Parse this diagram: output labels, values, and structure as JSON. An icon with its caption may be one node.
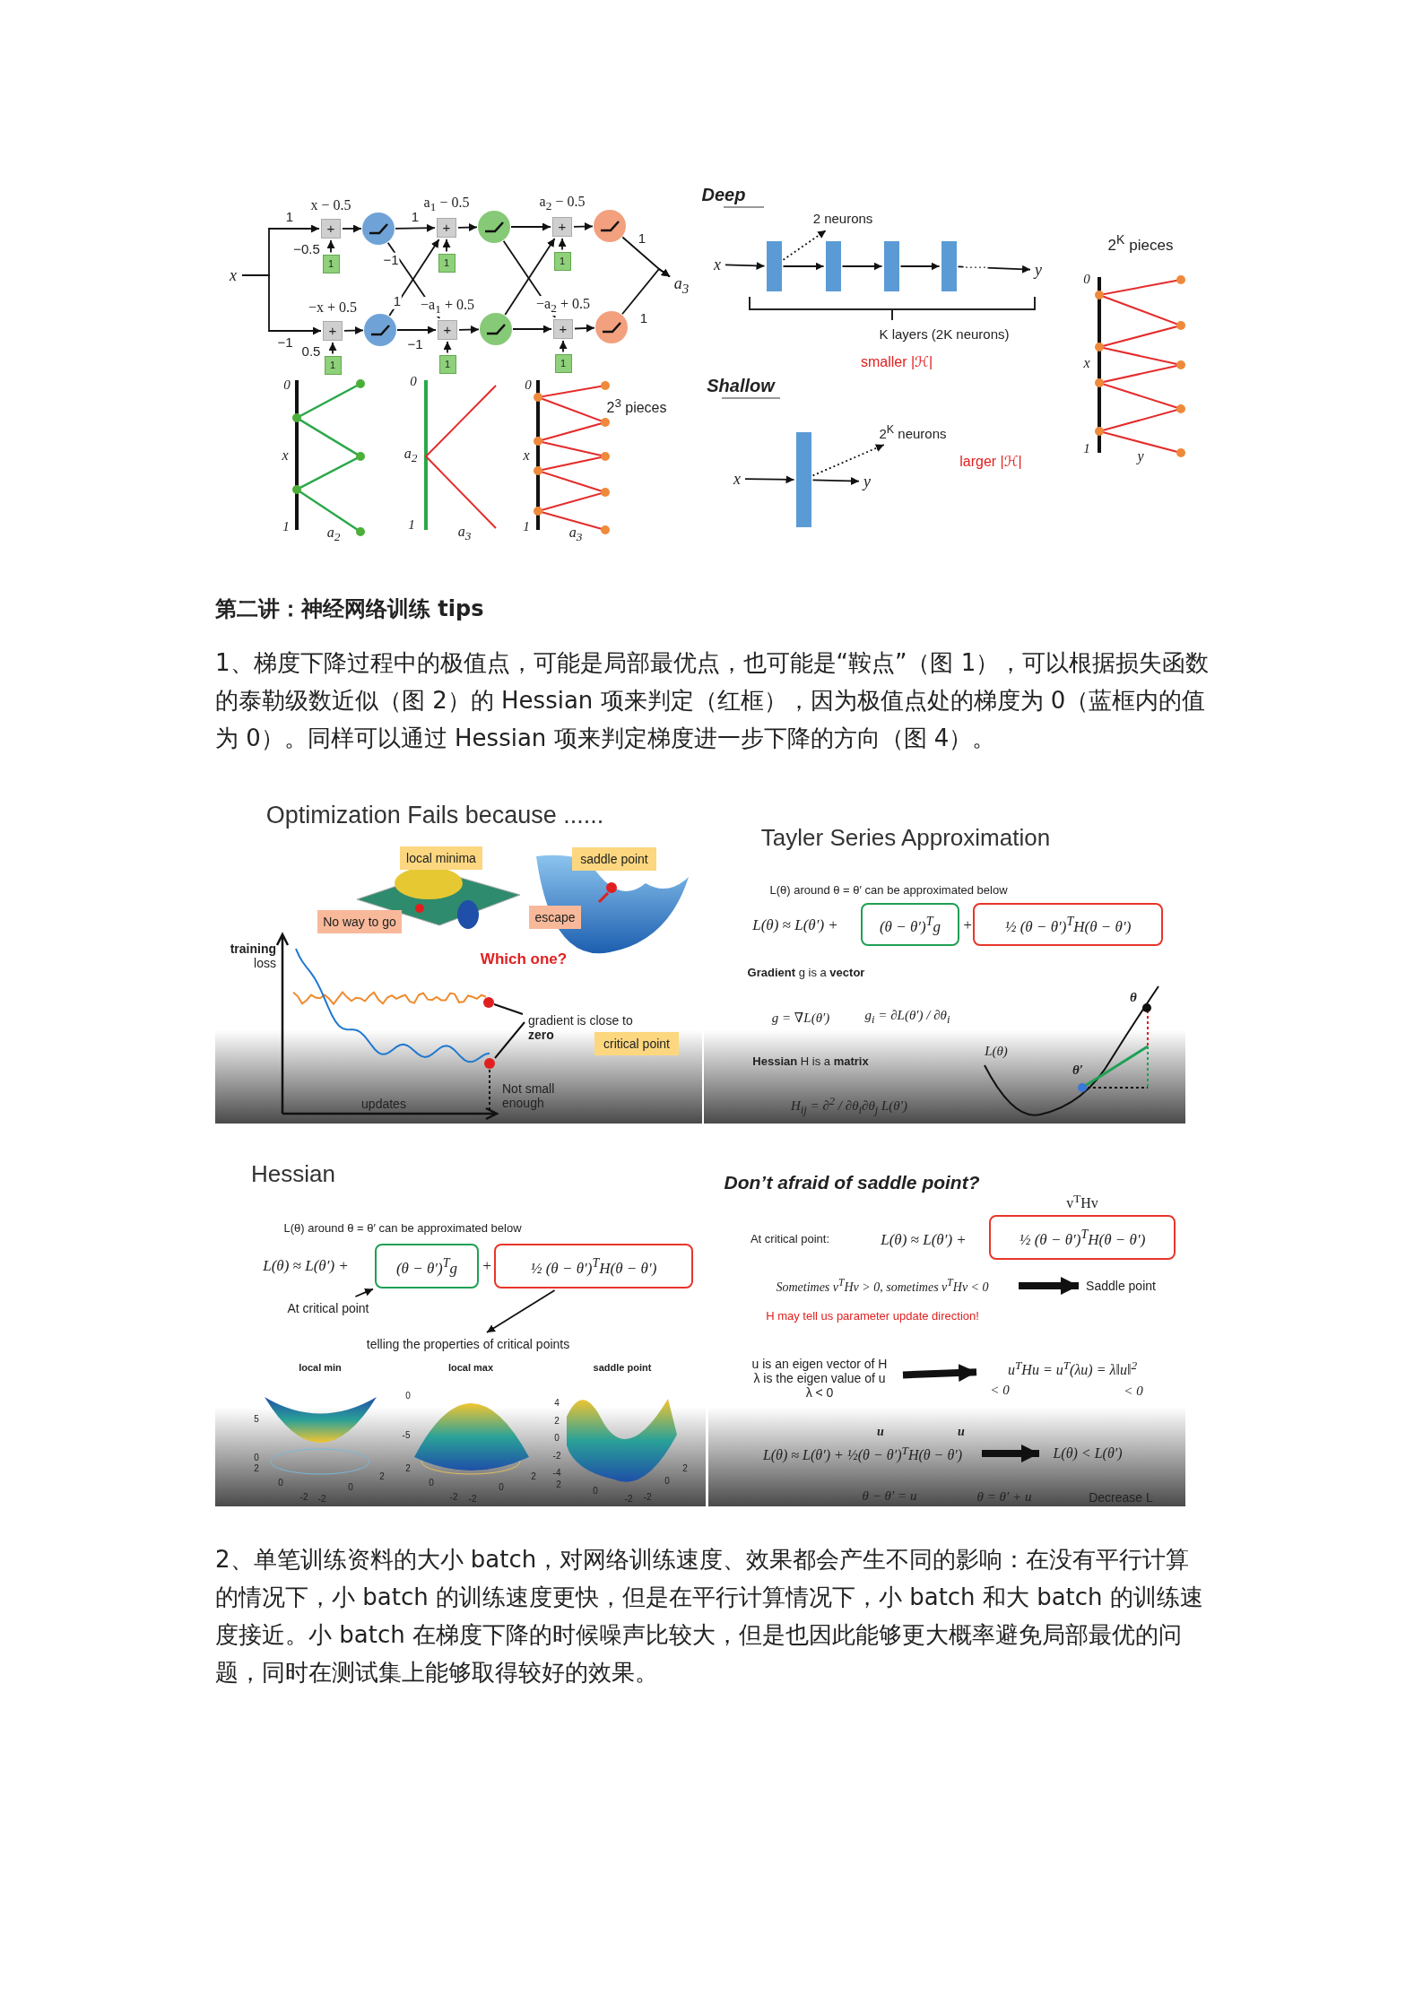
{
  "diagram": {
    "nodes": [
      {
        "text": [
          "x"
        ]
      },
      {
        "text": [
          "+"
        ],
        "beside": [
          "x − 0.5"
        ]
      },
      {
        "text": [],
        "shape": "circle"
      },
      {
        "text": [
          "+"
        ],
        "beside": [
          "a$_{1}$ − 0.5"
        ]
      },
      {
        "text": [],
        "shape": "circle"
      },
      {
        "text": [
          "+"
        ],
        "beside": [
          "a$_{2}$ − 0.5"
        ]
      },
      {
        "text": [],
        "shape": "circle"
      },
      {
        "text": [
          "+"
        ],
        "beside": [
          "−x + 0.5"
        ]
      },
      {
        "text": [],
        "shape": "circle"
      },
      {
        "text": [
          "+"
        ],
        "beside": [
          "−a$_{1}$ + 0.5"
        ]
      },
      {
        "text": [],
        "shape": "circle"
      },
      {
        "text": [
          "+"
        ],
        "beside": [
          "−a$_{2}$ + 0.5"
        ]
      },
      {
        "text": [],
        "shape": "circle"
      },
      {
        "text": [
          "1"
        ]
      },
      {
        "text": [
          "1"
        ]
      },
      {
        "text": [
          "1"
        ]
      },
      {
        "text": [
          "1"
        ]
      },
      {
        "text": [
          "1"
        ]
      },
      {
        "text": [
          "1"
        ]
      },
      {
        "text": [
          "a$_{3}$"
        ]
      },
      {
        "text": [
          "x"
        ]
      },
      {
        "text": [],
        "shape": "bar"
      },
      {
        "text": [],
        "shape": "bar"
      },
      {
        "text": [],
        "shape": "bar"
      },
      {
        "text": [],
        "shape": "bar"
      },
      {
        "text": [
          "y"
        ]
      },
      {
        "text": [
          "2 neurons"
        ]
      },
      {
        "text": [
          "x"
        ]
      },
      {
        "text": [],
        "shape": "bar"
      },
      {
        "text": [
          "y"
        ]
      },
      {
        "text": [
          "2$^{K}$ neurons"
        ]
      },
      {
        "text": [
          "local minima"
        ]
      },
      {
        "text": [
          "saddle point"
        ]
      },
      {
        "text": [
          "No way to go"
        ]
      },
      {
        "text": [
          "escape"
        ]
      },
      {
        "text": [
          "critical point"
        ]
      },
      {
        "text": [
          "(θ − θ′)$^{T}$g"
        ]
      },
      {
        "text": [
          "½ (θ − θ′)$^{T}$H(θ − θ′)"
        ]
      },
      {
        "text": [
          "(θ − θ′)$^{T}$g"
        ]
      },
      {
        "text": [
          "½ (θ − θ′)$^{T}$H(θ − θ′)"
        ]
      },
      {
        "text": [
          "At critical point"
        ]
      },
      {
        "text": [
          "telling the properties of critical points"
        ]
      },
      {
        "text": [
          "½ (θ − θ′)$^{T}$H(θ − θ′)"
        ],
        "beside": [
          "v$^{T}$Hv"
        ]
      },
      {
        "text": [
          "Sometimes v$^{T}$Hv > 0, sometimes v$^{T}$Hv < 0"
        ]
      },
      {
        "text": [
          "Saddle point"
        ]
      },
      {
        "text": [
          "u is an eigen vector of H",
          "λ is the eigen value of u",
          "λ < 0"
        ]
      },
      {
        "text": [
          "u$^{T}$Hu = u$^{T}$(λu) = λ‖u‖$^{2}$"
        ]
      },
      {
        "text": [
          "L(θ) ≈ L(θ′) + ½(θ − θ′)$^{T}$H(θ − θ′)"
        ]
      },
      {
        "text": [
          "L(θ) < L(θ′)"
        ]
      }
    ],
    "edges": [
      {
        "from": 0,
        "to": 1,
        "arrow": "to",
        "label": "1"
      },
      {
        "from": 0,
        "to": 7,
        "arrow": "to",
        "label": "−1"
      },
      {
        "from": 13,
        "to": 1,
        "arrow": "to",
        "label": "−0.5"
      },
      {
        "from": 16,
        "to": 7,
        "arrow": "to",
        "label": "0.5"
      },
      {
        "from": 1,
        "to": 2,
        "arrow": "to"
      },
      {
        "from": 7,
        "to": 8,
        "arrow": "to"
      },
      {
        "from": 2,
        "to": 3,
        "arrow": "to",
        "label": "1"
      },
      {
        "from": 2,
        "to": 9,
        "arrow": "to",
        "label": "−1"
      },
      {
        "from": 8,
        "to": 3,
        "arrow": "to",
        "label": "1"
      },
      {
        "from": 8,
        "to": 9,
        "arrow": "to",
        "label": "−1"
      },
      {
        "from": 14,
        "to": 3,
        "arrow": "to"
      },
      {
        "from": 17,
        "to": 9,
        "arrow": "to"
      },
      {
        "from": 3,
        "to": 4,
        "arrow": "to"
      },
      {
        "from": 9,
        "to": 10,
        "arrow": "to"
      },
      {
        "from": 4,
        "to": 5,
        "arrow": "to"
      },
      {
        "from": 4,
        "to": 11,
        "arrow": "to"
      },
      {
        "from": 10,
        "to": 5,
        "arrow": "to"
      },
      {
        "from": 10,
        "to": 11,
        "arrow": "to"
      },
      {
        "from": 15,
        "to": 5,
        "arrow": "to"
      },
      {
        "from": 18,
        "to": 11,
        "arrow": "to"
      },
      {
        "from": 5,
        "to": 6,
        "arrow": "to"
      },
      {
        "from": 11,
        "to": 12,
        "arrow": "to"
      },
      {
        "from": 6,
        "to": 19,
        "arrow": "to",
        "label": "1"
      },
      {
        "from": 12,
        "to": 19,
        "arrow": "to",
        "label": "1"
      },
      {
        "from": 20,
        "to": 21,
        "arrow": "to"
      },
      {
        "from": 21,
        "to": 22,
        "arrow": "to"
      },
      {
        "from": 22,
        "to": 23,
        "arrow": "to"
      },
      {
        "from": 23,
        "to": 24,
        "arrow": "to"
      },
      {
        "from": 24,
        "to": 25,
        "arrow": "to",
        "label": "·····"
      },
      {
        "from": 21,
        "to": 26,
        "arrow": "to",
        "style": "dashed"
      },
      {
        "from": 27,
        "to": 28,
        "arrow": "to"
      },
      {
        "from": 28,
        "to": 29,
        "arrow": "to"
      },
      {
        "from": 28,
        "to": 30,
        "arrow": "to",
        "style": "dashed"
      },
      {
        "from": 40,
        "to": 38,
        "arrow": "to"
      },
      {
        "from": 39,
        "to": 41,
        "arrow": "to"
      },
      {
        "from": 43,
        "to": 44,
        "arrow": "to",
        "style": "thick"
      },
      {
        "from": 45,
        "to": 46,
        "arrow": "to",
        "style": "thick"
      },
      {
        "from": 47,
        "to": 48,
        "arrow": "to",
        "style": "thick"
      }
    ],
    "labels": [
      "0",
      "x",
      "1",
      "a$_{2}$",
      "0",
      "a$_{2}$",
      "1",
      "a$_{3}$",
      "0",
      "2$^{3}$ pieces",
      "x",
      "1",
      "a$_{3}$",
      "Deep",
      "K layers (2K neurons)",
      "smaller |ℋ|",
      "Shallow",
      "larger |ℋ|",
      "2$^{K}$ pieces",
      "0",
      "x",
      "1",
      "y",
      "第二讲：神经网络训练 tips",
      "1、梯度下降过程中的极值点，可能是局部最优点，也可能是“鞍点”（图 1），可以根据损失函数的泰勒级数近似（图 2）的 Hessian 项来判定（红框），因为极值点处的梯度为 0（蓝框内的值为 0）。同样可以通过 Hessian 项来判定梯度进一步下降的方向（图 4）。",
      "Optimization Fails because ......",
      "**training** loss",
      "Which one?",
      "gradient is close to **zero**",
      "Not small enough",
      "updates",
      "Tayler Series Approximation",
      "L(θ) around θ = θ′ can be approximated below",
      "L(θ) ≈ L(θ′) +",
      "+",
      "**Gradient** g is a **vector**",
      "g = ∇L(θ′)",
      "g$_{i}$ = ∂L(θ′) / ∂θ$_{i}$",
      "**Hessian** H is a **matrix**",
      "H$_{ij}$ = ∂$^{2}$ / ∂θ$_{i}$∂θ$_{j}$ L(θ′)",
      "L(θ)",
      "θ",
      "θ′",
      "Hessian",
      "L(θ) around θ = θ′ can be approximated below",
      "L(θ) ≈ L(θ′) +",
      "+",
      "local min",
      "local max",
      "saddle point",
      "5",
      "0",
      "2",
      "0",
      "-2",
      "-2",
      "0",
      "2",
      "0",
      "-5",
      "2",
      "0",
      "-2",
      "-2",
      "0",
      "2",
      "4",
      "2",
      "0",
      "-2",
      "-4",
      "2",
      "0",
      "-2",
      "-2",
      "0",
      "2",
      "Don’t afraid of saddle point?",
      "At critical point:",
      "L(θ) ≈ L(θ′) +",
      "H may tell us parameter update direction!",
      "< 0",
      "< 0",
      "u",
      "u",
      "θ − θ′ = u",
      "θ = θ′ + u",
      "Decrease L",
      "2、单笔训练资料的大小 batch，对网络训练速度、效果都会产生不同的影响：在没有平行计算的情况下，小 batch 的训练速度更快，但是在平行计算情况下，小 batch 和大 batch 的训练速度接近。小 batch 在梯度下降的时候噪声比较大，但是也因此能够更大概率避免局部最优的问题，同时在测试集上能够取得较好的效果。"
    ]
  }
}
